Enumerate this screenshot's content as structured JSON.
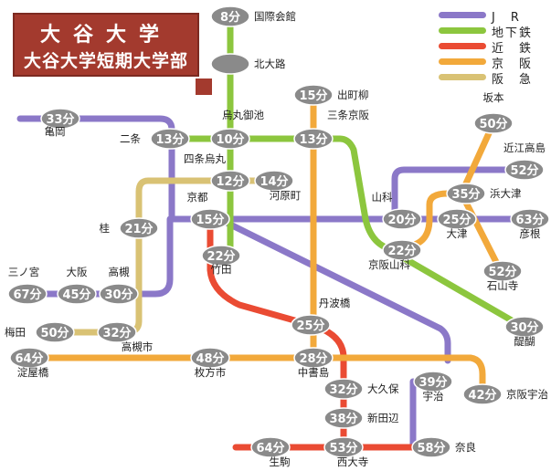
{
  "banner": {
    "line1": "大谷大学",
    "line2": "大谷大学短期大学部"
  },
  "legend": [
    {
      "label": "J　R",
      "color": "#8b78c8"
    },
    {
      "label": "地下鉄",
      "color": "#8cc63e"
    },
    {
      "label": "近　鉄",
      "color": "#ea4b33"
    },
    {
      "label": "京　阪",
      "color": "#f2a93b"
    },
    {
      "label": "阪　急",
      "color": "#d9c274"
    }
  ],
  "lines": {
    "jr": "#8b78c8",
    "subway": "#8cc63e",
    "kintetsu": "#ea4b33",
    "keihan": "#f2a93b",
    "hankyu": "#d9c274"
  },
  "stations": [
    {
      "id": "kokusai",
      "time": "8分",
      "name": "国際会館"
    },
    {
      "id": "kitaoji",
      "time": "",
      "name": "北大路"
    },
    {
      "id": "demachi",
      "time": "15分",
      "name": "出町柳"
    },
    {
      "id": "sanjo",
      "time": "13分",
      "name": "三条京阪"
    },
    {
      "id": "karasuma-oike",
      "time": "10分",
      "name": "烏丸御池"
    },
    {
      "id": "nijo",
      "time": "13分",
      "name": "二条"
    },
    {
      "id": "kameoka",
      "time": "33分",
      "name": "亀岡"
    },
    {
      "id": "shijo-karasuma",
      "time": "12分",
      "name": "四条烏丸"
    },
    {
      "id": "kawaramachi",
      "time": "14分",
      "name": "河原町"
    },
    {
      "id": "kyoto",
      "time": "15分",
      "name": "京都"
    },
    {
      "id": "katsura",
      "time": "21分",
      "name": "桂"
    },
    {
      "id": "takeda",
      "time": "22分",
      "name": "竹田"
    },
    {
      "id": "sannomiya",
      "time": "67分",
      "name": "三ノ宮"
    },
    {
      "id": "osaka",
      "time": "45分",
      "name": "大阪"
    },
    {
      "id": "takatsuki",
      "time": "30分",
      "name": "高槻"
    },
    {
      "id": "umeda",
      "time": "50分",
      "name": "梅田"
    },
    {
      "id": "takatsukishi",
      "time": "32分",
      "name": "高槻市"
    },
    {
      "id": "tambabashi",
      "time": "25分",
      "name": "丹波橋"
    },
    {
      "id": "yodoyabashi",
      "time": "64分",
      "name": "淀屋橋"
    },
    {
      "id": "hirakatashi",
      "time": "48分",
      "name": "枚方市"
    },
    {
      "id": "chushojima",
      "time": "28分",
      "name": "中書島"
    },
    {
      "id": "okubo",
      "time": "32分",
      "name": "大久保"
    },
    {
      "id": "shintanabe",
      "time": "38分",
      "name": "新田辺"
    },
    {
      "id": "ikoma",
      "time": "64分",
      "name": "生駒"
    },
    {
      "id": "saidaiji",
      "time": "53分",
      "name": "西大寺"
    },
    {
      "id": "nara",
      "time": "58分",
      "name": "奈良"
    },
    {
      "id": "uji",
      "time": "39分",
      "name": "宇治"
    },
    {
      "id": "keihan-uji",
      "time": "42分",
      "name": "京阪宇治"
    },
    {
      "id": "yamashina",
      "time": "20分",
      "name": "山科"
    },
    {
      "id": "keihan-yamashina",
      "time": "22分",
      "name": "京阪山科"
    },
    {
      "id": "otsu",
      "time": "25分",
      "name": "大津"
    },
    {
      "id": "hama-otsu",
      "time": "35分",
      "name": "浜大津"
    },
    {
      "id": "sakamoto",
      "time": "50分",
      "name": "坂本"
    },
    {
      "id": "omi-takashima",
      "time": "52分",
      "name": "近江高島"
    },
    {
      "id": "hikone",
      "time": "63分",
      "name": "彦根"
    },
    {
      "id": "ishiyamadera",
      "time": "52分",
      "name": "石山寺"
    },
    {
      "id": "daigo",
      "time": "30分",
      "name": "醍醐"
    }
  ]
}
